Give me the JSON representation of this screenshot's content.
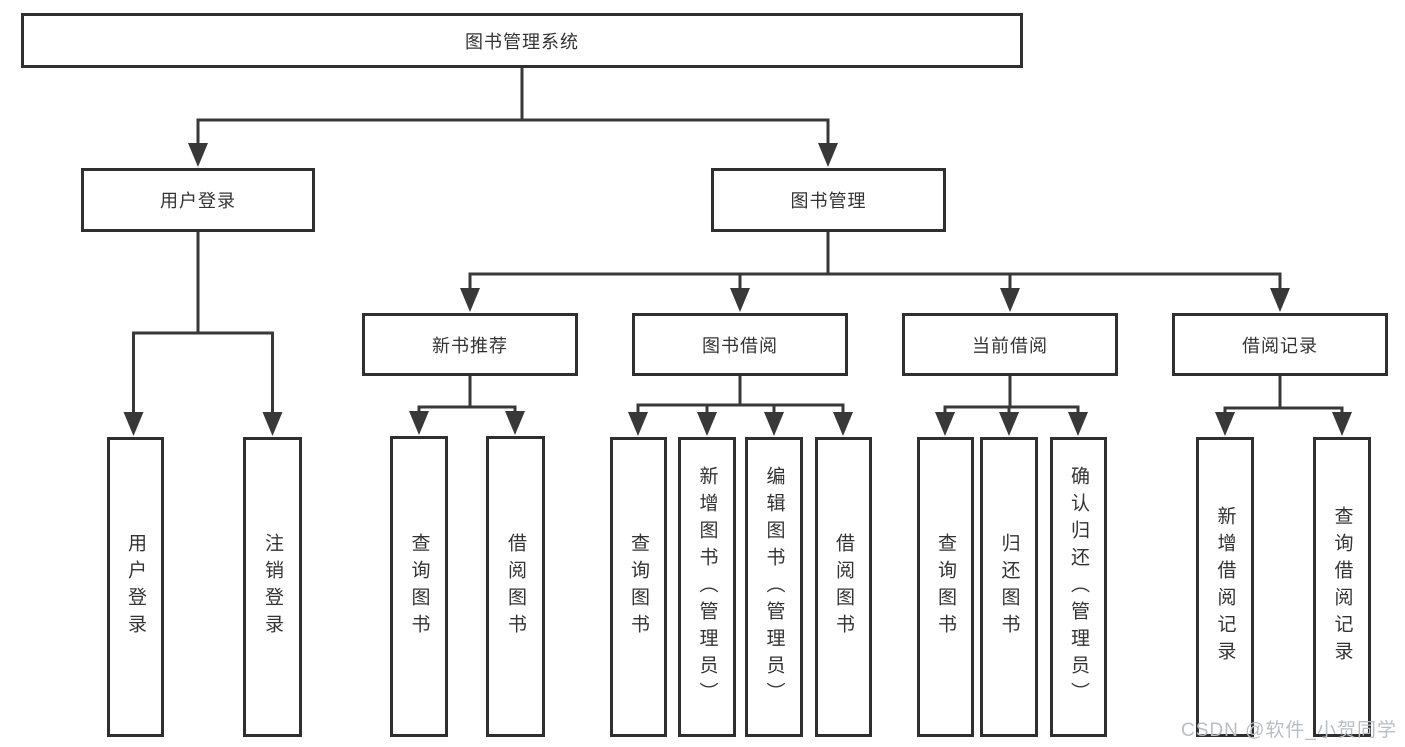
{
  "title": "图书管理系统",
  "watermark": "CSDN @软件_小贺同学",
  "colors": {
    "line": "#383838",
    "box_border": "#2f2f2f",
    "text": "#333333",
    "watermark": "#b8bec6",
    "background": "#ffffff"
  },
  "tree": {
    "root": {
      "label": "图书管理系统"
    },
    "branches": [
      {
        "id": "user-login",
        "label": "用户登录",
        "children": [
          {
            "label": "用户登录"
          },
          {
            "label": "注销登录"
          }
        ]
      },
      {
        "id": "book-management",
        "label": "图书管理",
        "children": [
          {
            "id": "new-book-recommend",
            "label": "新书推荐",
            "children": [
              {
                "label": "查询图书"
              },
              {
                "label": "借阅图书"
              }
            ]
          },
          {
            "id": "book-borrow",
            "label": "图书借阅",
            "children": [
              {
                "label": "查询图书"
              },
              {
                "label": "新增图书（管理员）"
              },
              {
                "label": "编辑图书（管理员）"
              },
              {
                "label": "借阅图书"
              }
            ]
          },
          {
            "id": "current-borrow",
            "label": "当前借阅",
            "children": [
              {
                "label": "查询图书"
              },
              {
                "label": "归还图书"
              },
              {
                "label": "确认归还（管理员）"
              }
            ]
          },
          {
            "id": "borrow-records",
            "label": "借阅记录",
            "children": [
              {
                "label": "新增借阅记录"
              },
              {
                "label": "查询借阅记录"
              }
            ]
          }
        ]
      }
    ]
  }
}
